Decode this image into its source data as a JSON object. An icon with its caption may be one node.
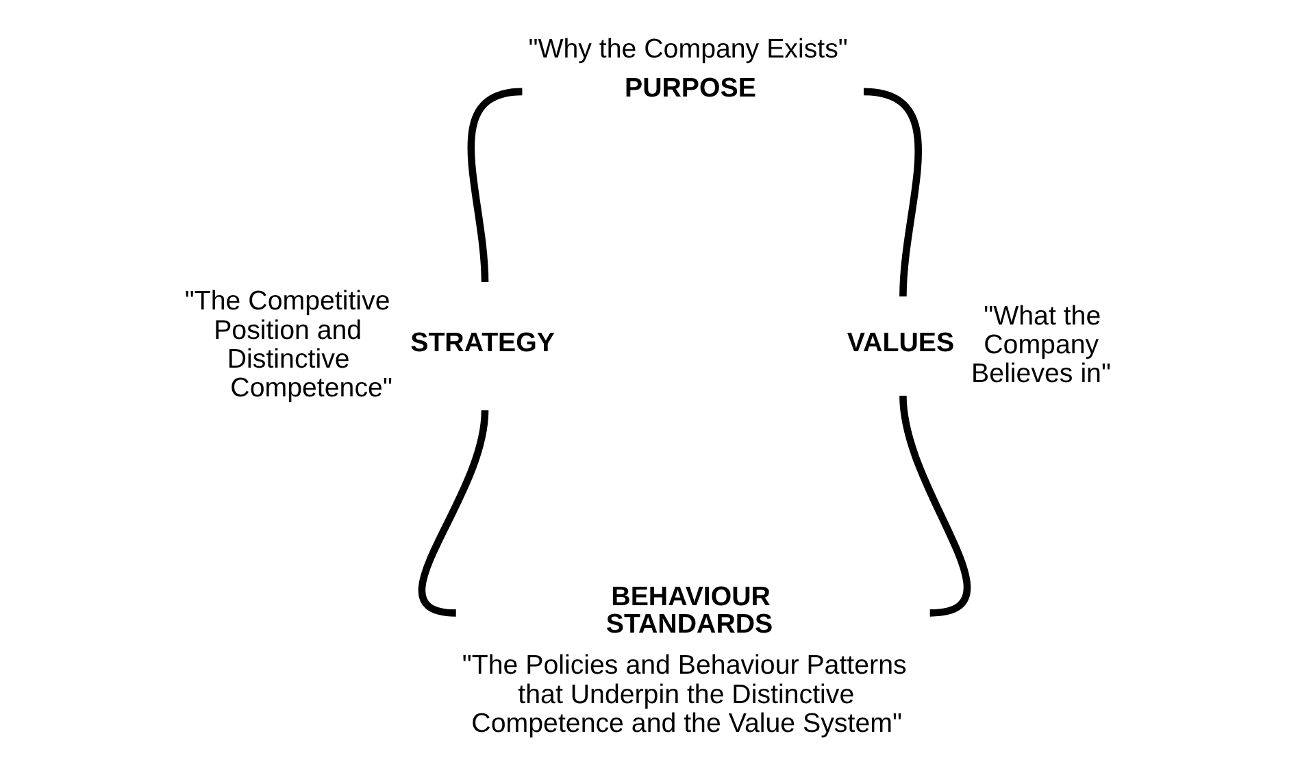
{
  "diagram": {
    "nodes": [
      {
        "text": [
          "PURPOSE"
        ],
        "beside": [
          "\"Why the Company Exists\""
        ]
      },
      {
        "text": [
          "STRATEGY"
        ],
        "beside": [
          "\"The Competitive Position and Distinctive Competence\""
        ]
      },
      {
        "text": [
          "VALUES"
        ],
        "beside": [
          "\"What the Company Believes in\""
        ]
      },
      {
        "text": [
          "BEHAVIOUR STANDARDS"
        ],
        "beside": [
          "\"The Policies and Behaviour Patterns that Underpin the Distinctive Competence and the Value System\""
        ]
      }
    ],
    "edges": [
      {
        "from": 0,
        "to": 1,
        "arrow": "none"
      },
      {
        "from": 0,
        "to": 2,
        "arrow": "none"
      },
      {
        "from": 1,
        "to": 3,
        "arrow": "none"
      },
      {
        "from": 2,
        "to": 3,
        "arrow": "none"
      }
    ]
  }
}
